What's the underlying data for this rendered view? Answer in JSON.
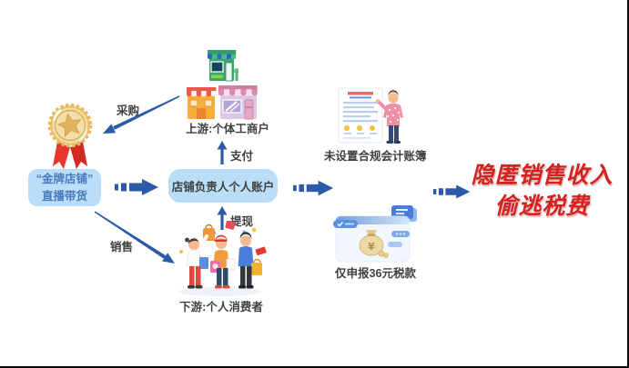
{
  "page": {
    "background": "#ffffff",
    "frame_border": "#000000"
  },
  "headline": {
    "line1": "隐匿销售收入",
    "line2": "偷逃税费",
    "color": "#d3221f"
  },
  "nodes": {
    "gold_shop": {
      "line1": "“金牌店铺”",
      "line2": "直播带货"
    },
    "personal_account": {
      "label": "店铺负责人个人账户"
    },
    "upstream": {
      "label": "上游:个体工商户"
    },
    "downstream": {
      "label": "下游:个人消费者"
    },
    "no_account_books": {
      "label": "未设置合规会计账簿"
    },
    "declared_tax": {
      "label": "仅申报36元税款"
    }
  },
  "edges": {
    "purchase": {
      "label": "采购"
    },
    "sale": {
      "label": "销售"
    },
    "pay": {
      "label": "支付"
    },
    "withdraw": {
      "label": "提现"
    }
  },
  "icons": {
    "gold_medal": "gold-medal-icon",
    "stores": [
      "store-green-icon",
      "store-orange-icon",
      "store-pink-icon"
    ],
    "shoppers": "shoppers-icon",
    "ledger_person": "ledger-person-icon",
    "money_bag_window": "money-bag-window-icon",
    "dashed_arrow": "dashed-flow-arrow-icon",
    "up_arrow": "up-arrow-icon"
  },
  "colors": {
    "node_bg": "#badef8",
    "node_text_blue": "#4a78bd",
    "text_dark": "#3f4041",
    "arrow_blue": "#2b5aa6",
    "headline_red": "#d3221f"
  }
}
